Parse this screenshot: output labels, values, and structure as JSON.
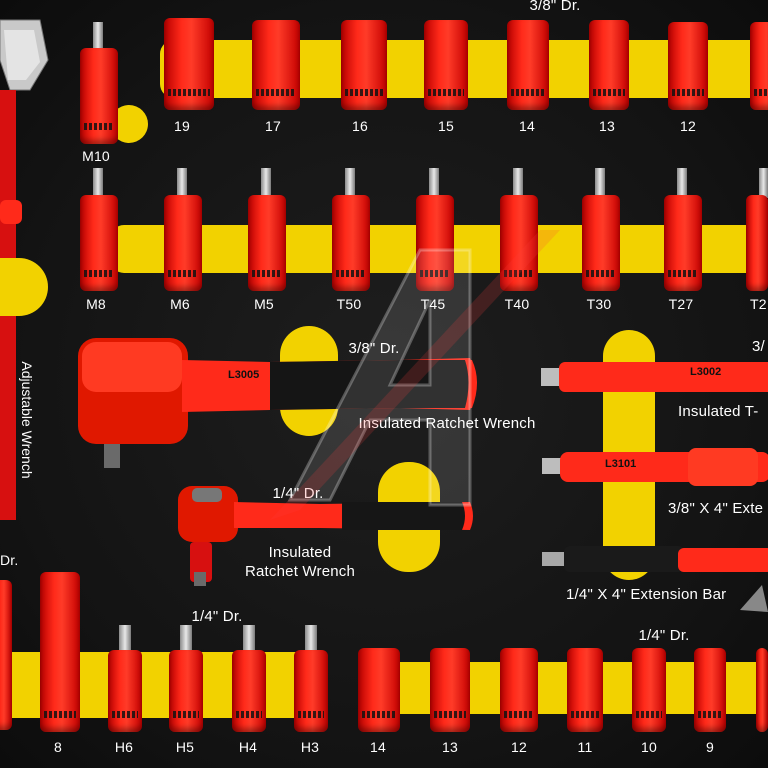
{
  "top_row": {
    "heading": "3/8\" Dr.",
    "labels": [
      "19",
      "17",
      "16",
      "15",
      "14",
      "13",
      "12"
    ]
  },
  "m10_label": "M10",
  "bit_row": {
    "labels": [
      "M8",
      "M6",
      "M5",
      "T50",
      "T45",
      "T40",
      "T30",
      "T27",
      "T2"
    ]
  },
  "ratchet_38": {
    "drive": "3/8\" Dr.",
    "label": "Insulated Ratchet Wrench",
    "marking": "L3005"
  },
  "ratchet_14": {
    "drive": "1/4\" Dr.",
    "label_line1": "Insulated",
    "label_line2": "Ratchet Wrench"
  },
  "adjustable": {
    "label": "Adjustable Wrench"
  },
  "right_tools": {
    "t_handle_drive": "3/",
    "t_handle_label": "Insulated T-",
    "t_handle_marking": "L3002",
    "ext_38_label": "3/8\" X 4\" Exte",
    "ext_38_marking": "L3101",
    "ext_14_label": "1/4\" X 4\" Extension Bar"
  },
  "bottom_left": {
    "corner_text": "Dr.",
    "heading": "1/4\" Dr.",
    "labels": [
      "8",
      "H6",
      "H5",
      "H4",
      "H3"
    ]
  },
  "bottom_right": {
    "heading": "1/4\" Dr.",
    "labels": [
      "14",
      "13",
      "12",
      "11",
      "10",
      "9"
    ]
  },
  "colors": {
    "foam": "#151515",
    "slot": "#f2d200",
    "insulation": "#ff2a1a",
    "text": "#ffffff"
  }
}
